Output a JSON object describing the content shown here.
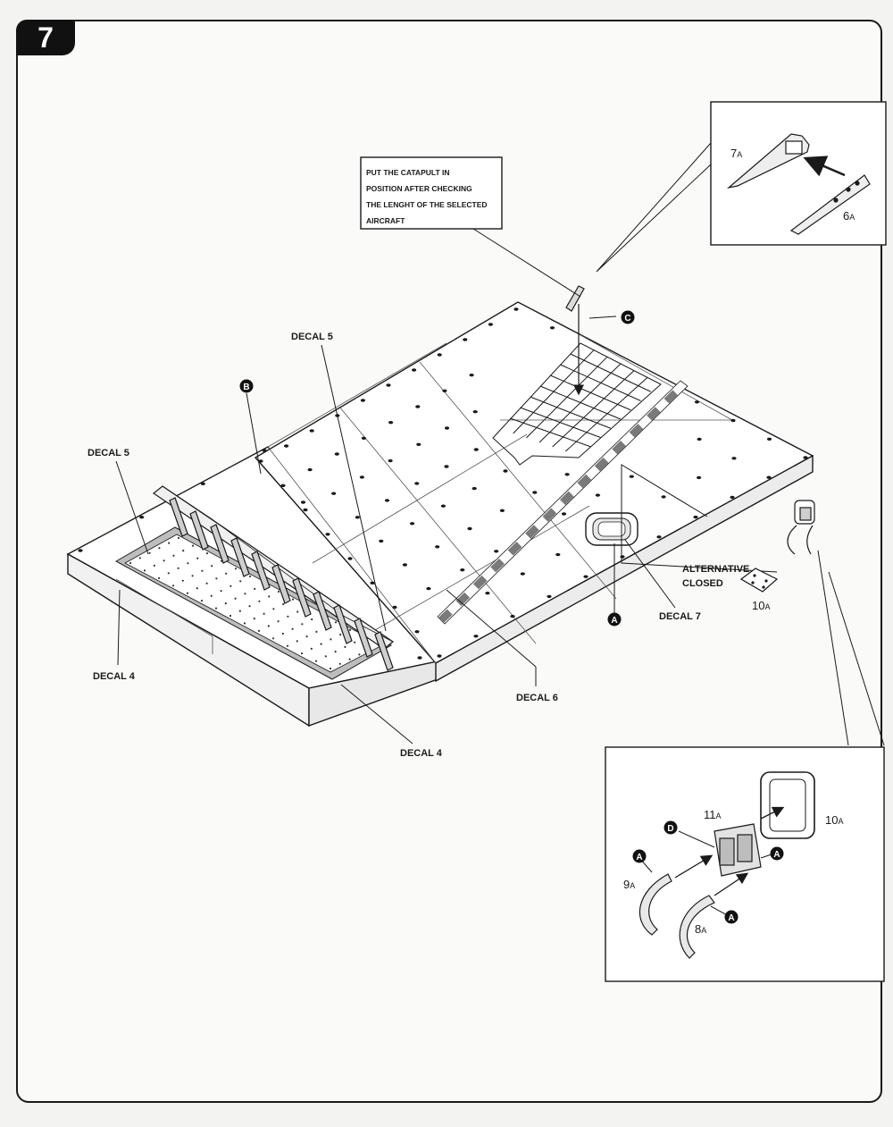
{
  "step": {
    "number": "7"
  },
  "note": {
    "lines": [
      "PUT THE CATAPULT IN",
      "POSITION AFTER CHECKING",
      "THE LENGHT OF THE SELECTED",
      "AIRCRAFT"
    ]
  },
  "callouts": {
    "a": "A",
    "b": "B",
    "c": "C",
    "d": "D"
  },
  "decals": {
    "decal_5": "DECAL 5",
    "decal_4": "DECAL 4",
    "decal_6": "DECAL 6",
    "decal_7": "DECAL 7"
  },
  "parts": {
    "p6a": {
      "num": "6",
      "sub": "A"
    },
    "p7a": {
      "num": "7",
      "sub": "A"
    },
    "p8a": {
      "num": "8",
      "sub": "A"
    },
    "p9a": {
      "num": "9",
      "sub": "A"
    },
    "p10a": {
      "num": "10",
      "sub": "A"
    },
    "p11a": {
      "num": "11",
      "sub": "A"
    }
  },
  "alternative": {
    "line1": "ALTERNATIVE",
    "line2": "CLOSED"
  },
  "colors": {
    "line": "#1a1a1a",
    "panel": "#ffffff",
    "decal_grey": "#9a9a9a",
    "badge": "#111111"
  }
}
